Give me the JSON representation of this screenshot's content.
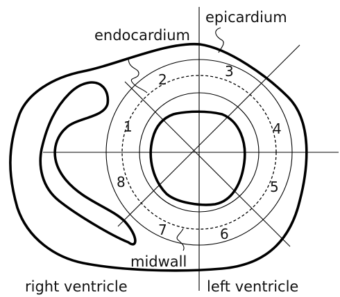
{
  "labels": {
    "epicardium": "epicardium",
    "endocardium": "endocardium",
    "midwall": "midwall",
    "right_ventricle": "right ventricle",
    "left_ventricle": "left ventricle"
  },
  "segments": [
    "1",
    "2",
    "3",
    "4",
    "5",
    "6",
    "7",
    "8"
  ]
}
